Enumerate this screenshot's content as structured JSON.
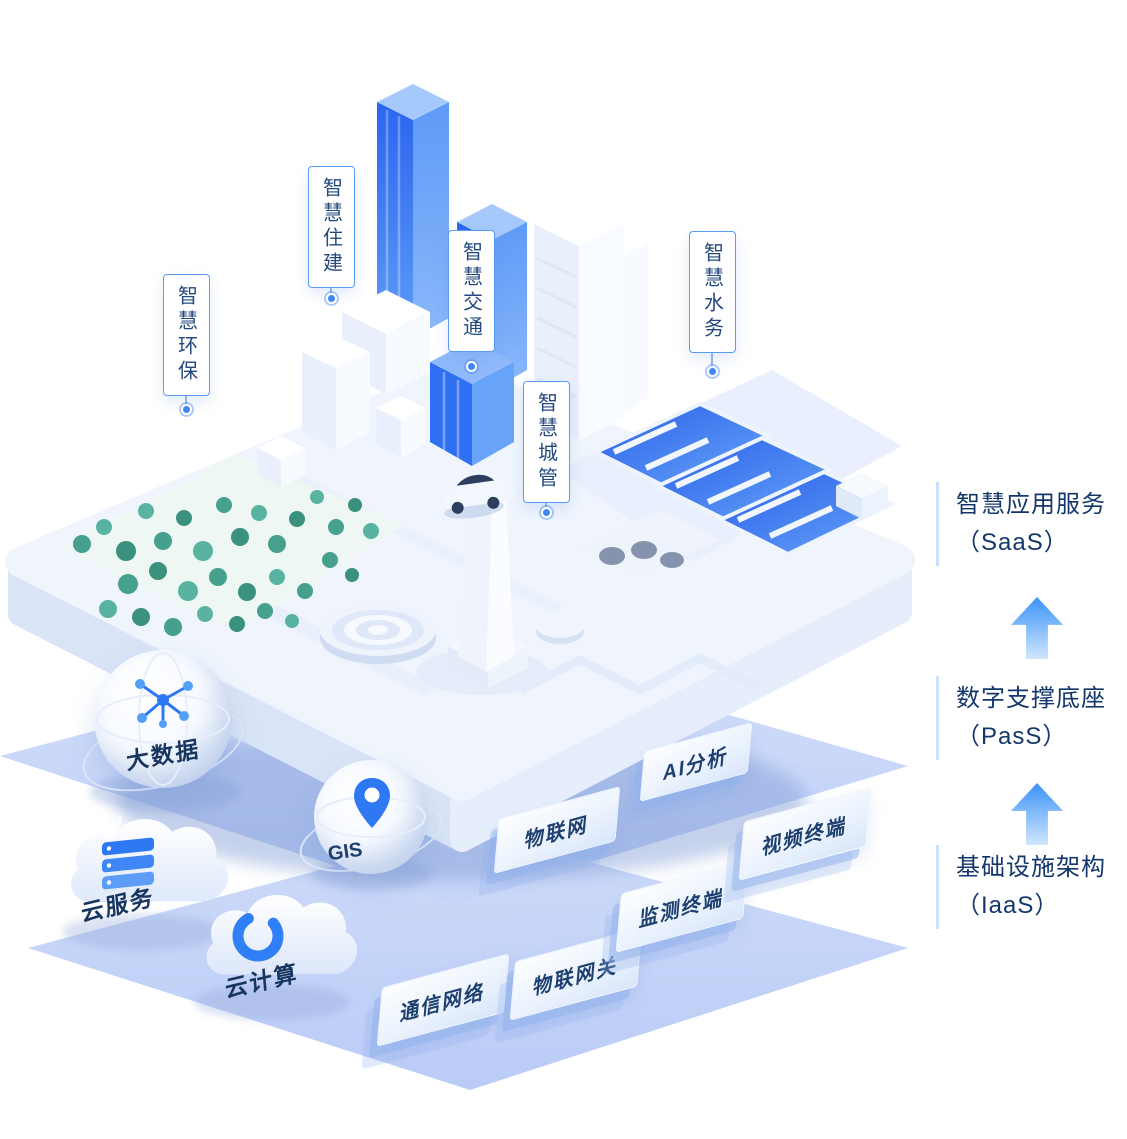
{
  "diagram": {
    "callouts": [
      {
        "label": "智慧环保"
      },
      {
        "label": "智慧住建"
      },
      {
        "label": "智慧交通"
      },
      {
        "label": "智慧城管"
      },
      {
        "label": "智慧水务"
      }
    ],
    "layers": [
      {
        "line1": "智慧应用服务",
        "line2": "（SaaS）"
      },
      {
        "line1": "数字支撑底座",
        "line2": "（PasS）"
      },
      {
        "line1": "基础设施架构",
        "line2": "（IaaS）"
      }
    ],
    "paas_items": [
      {
        "label": "大数据",
        "icon": "network-icon"
      },
      {
        "label": "GIS",
        "icon": "location-pin-icon"
      },
      {
        "label": "物联网"
      },
      {
        "label": "AI分析"
      }
    ],
    "iaas_items": [
      {
        "label": "云服务",
        "icon": "server-stack-icon"
      },
      {
        "label": "云计算",
        "icon": "c-ring-icon"
      },
      {
        "label": "通信网络"
      },
      {
        "label": "物联网关"
      },
      {
        "label": "监测终端"
      },
      {
        "label": "视频终端"
      }
    ],
    "colors": {
      "accent_blue": "#2f7cf5",
      "navy_text": "#14376b",
      "layer_fill": "#c9d7f7",
      "callout_border": "#5a9cf3",
      "tree_green": "#45a08d"
    }
  }
}
